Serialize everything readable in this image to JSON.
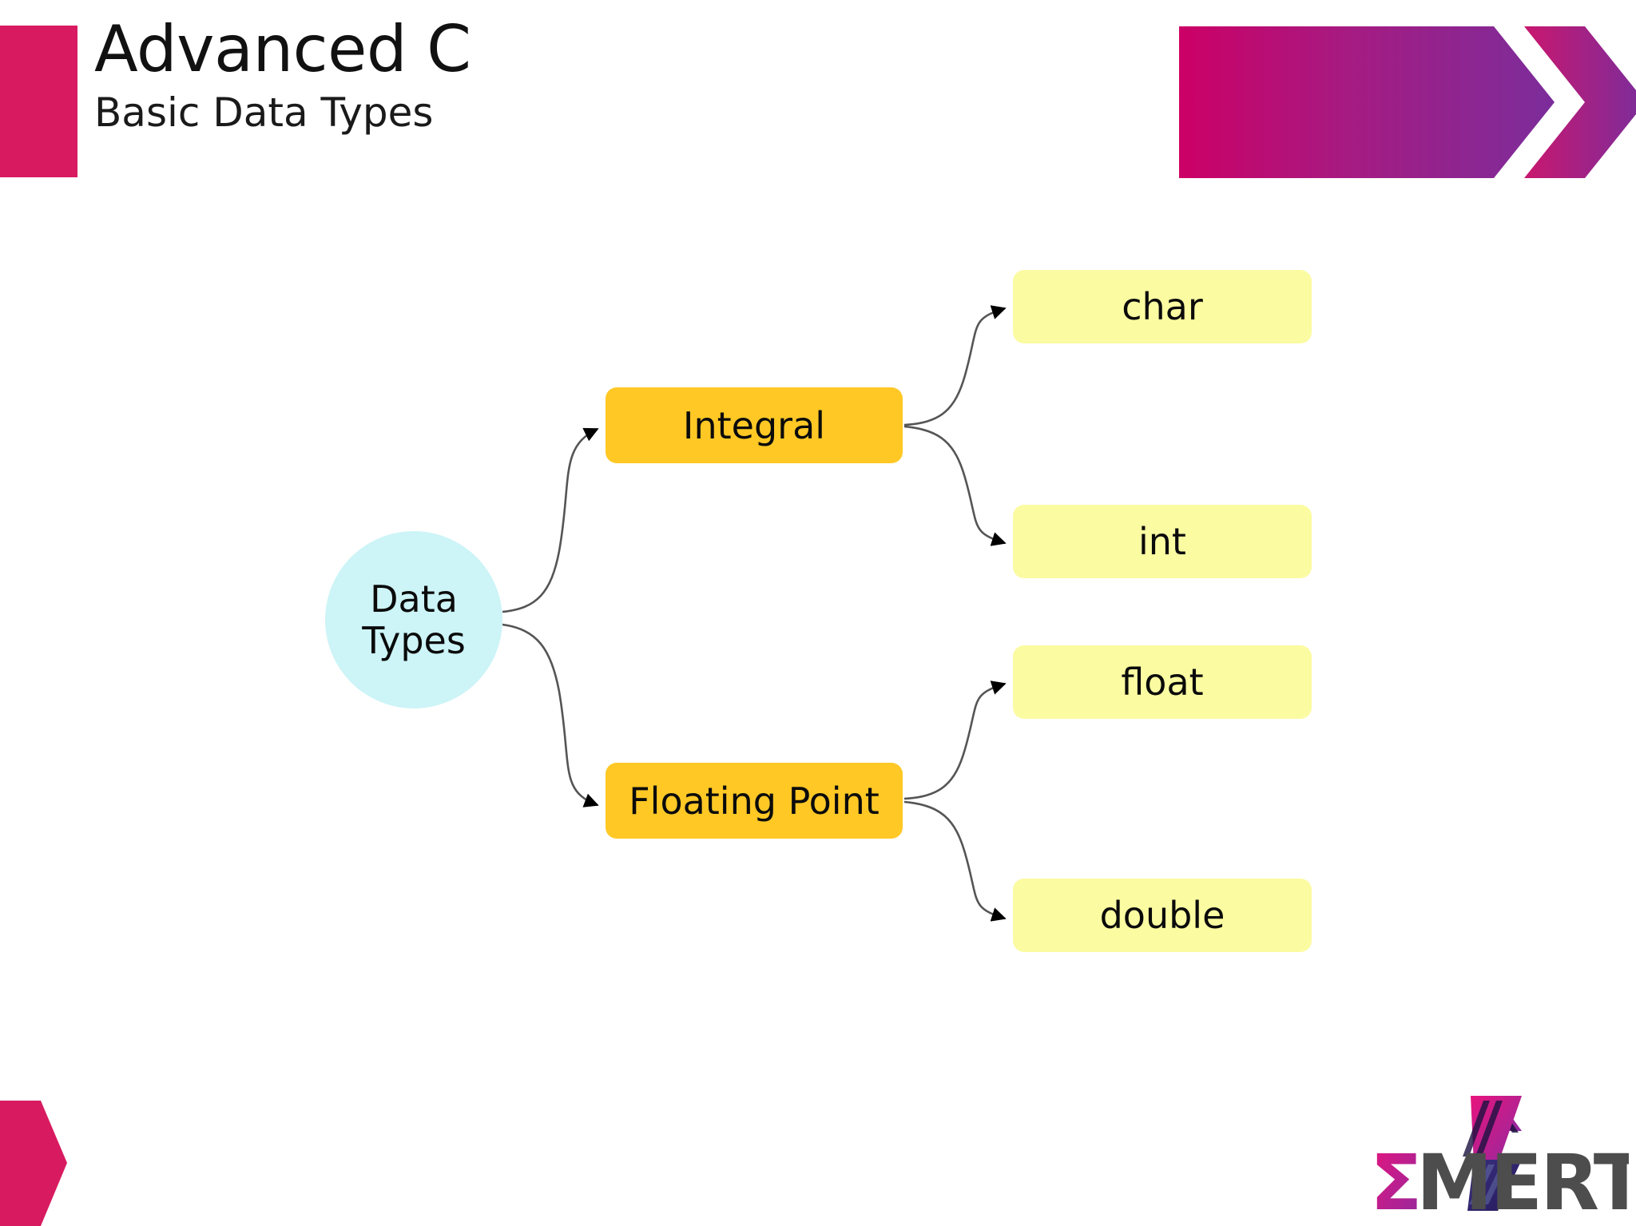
{
  "slide": {
    "title": "Advanced C",
    "subtitle": "Basic Data Types"
  },
  "brand": {
    "name": "EMERTXE",
    "sigma_letter": "Σ",
    "wordmark_rest": "MERTXE",
    "accent_pink": "#d81b60",
    "gradient_start": "#cc0066",
    "gradient_end": "#7b2d9b",
    "logo_dark": "#4d4d4d"
  },
  "diagram": {
    "type": "tree",
    "root": {
      "label": "Data\nTypes",
      "line1": "Data",
      "line2": "Types",
      "color": "#cdf4f7"
    },
    "branches": [
      {
        "label": "Integral",
        "color": "#ffc825"
      },
      {
        "label": "Floating Point",
        "color": "#ffc825"
      }
    ],
    "leaves": [
      {
        "label": "char",
        "color": "#fbfba2",
        "parent": "Integral"
      },
      {
        "label": "int",
        "color": "#fbfba2",
        "parent": "Integral"
      },
      {
        "label": "float",
        "color": "#fbfba2",
        "parent": "Floating Point"
      },
      {
        "label": "double",
        "color": "#fbfba2",
        "parent": "Floating Point"
      }
    ],
    "edges": [
      {
        "from": "Data Types",
        "to": "Integral"
      },
      {
        "from": "Data Types",
        "to": "Floating Point"
      },
      {
        "from": "Integral",
        "to": "char"
      },
      {
        "from": "Integral",
        "to": "int"
      },
      {
        "from": "Floating Point",
        "to": "float"
      },
      {
        "from": "Floating Point",
        "to": "double"
      }
    ]
  }
}
